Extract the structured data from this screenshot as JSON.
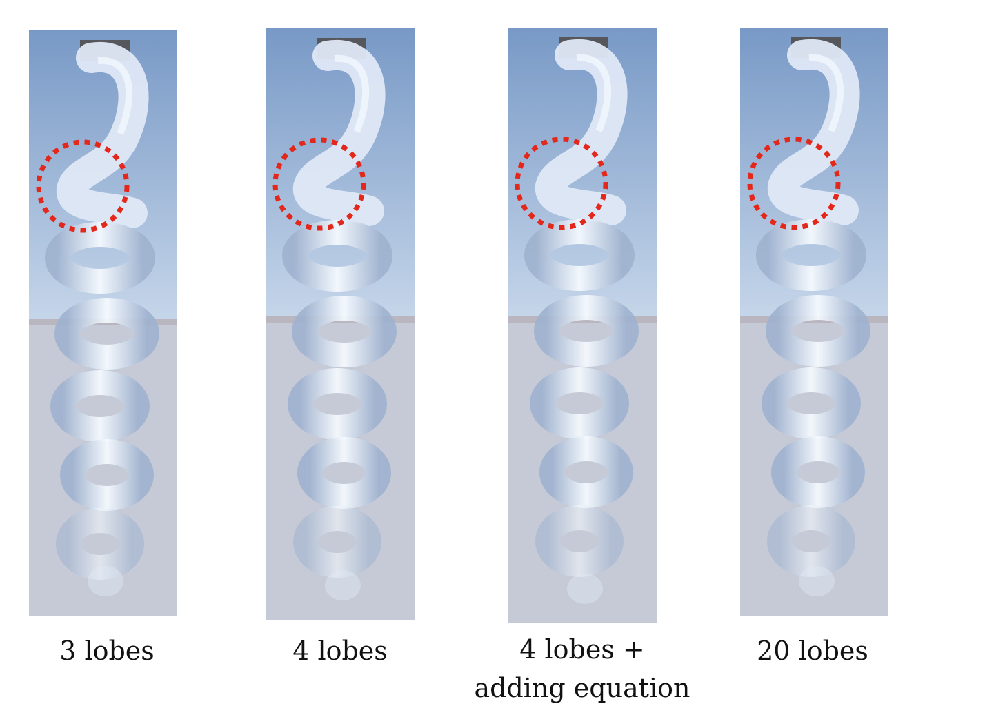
{
  "figure": {
    "panels": [
      {
        "id": "p1",
        "caption_lines": [
          "3 lobes"
        ]
      },
      {
        "id": "p2",
        "caption_lines": [
          "4 lobes"
        ]
      },
      {
        "id": "p3",
        "caption_lines": [
          "4 lobes +",
          "adding equation"
        ]
      },
      {
        "id": "p4",
        "caption_lines": [
          "20 lobes"
        ]
      }
    ],
    "colors": {
      "sky_top": "#7899c6",
      "sky_bottom": "#c6d6ea",
      "floor": "#c5cad6",
      "horizon": "#b9b6c0",
      "hair": "#dfe8f5",
      "hair_shadow": "#9fb2cf",
      "highlight": "#f7fbff",
      "circle": "#e3271b",
      "clamp": "#55575c"
    }
  }
}
